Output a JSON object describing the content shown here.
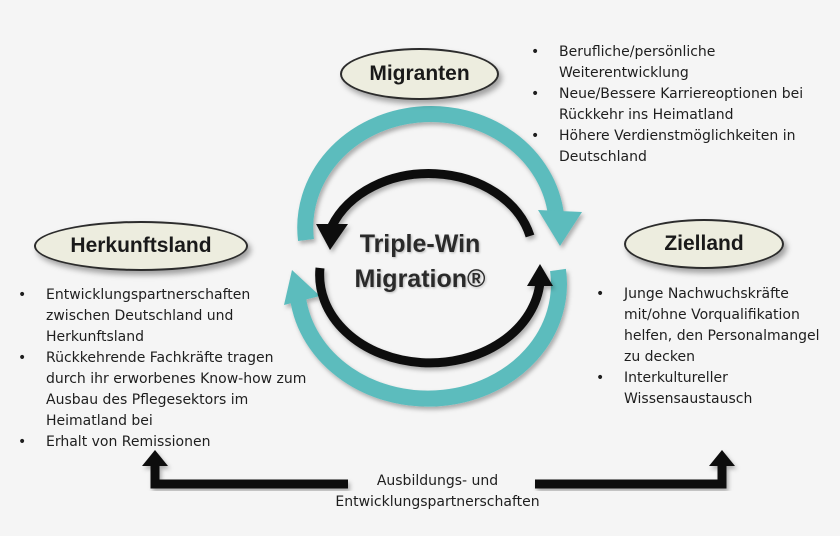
{
  "nodes": {
    "migranten": "Migranten",
    "herkunftsland": "Herkunftsland",
    "zielland": "Zielland"
  },
  "center": {
    "line1": "Triple-Win",
    "line2": "Migration®"
  },
  "lists": {
    "migranten": [
      "Berufliche/persönliche Weiterentwicklung",
      "Neue/Bessere Karriereoptionen bei Rückkehr ins Heimatland",
      "Höhere Verdienstmöglichkeiten in Deutschland"
    ],
    "herkunftsland": [
      "Entwicklungspartnerschaften zwischen Deutschland und Herkunftsland",
      "Rückkehrende Fachkräfte tragen durch ihr erworbenes Know-how zum Ausbau des Pflegesektors im Heimatland bei",
      "Erhalt von Remissionen"
    ],
    "zielland": [
      "Junge Nachwuchskräfte mit/ohne Vorqualifikation helfen, den Personalmangel zu decken",
      "Interkultureller Wissensaustausch"
    ]
  },
  "bottom": {
    "line1": "Ausbildungs- und",
    "line2": "Entwicklungspartnerschaften"
  },
  "colors": {
    "teal": "#5bbcbd",
    "dark": "#111111",
    "oval_fill": "#ededdf"
  }
}
